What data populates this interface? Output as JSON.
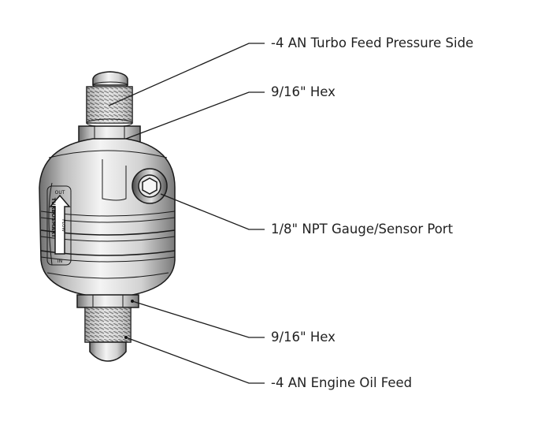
{
  "callouts": {
    "turbo_feed": "-4 AN Turbo Feed Pressure Side",
    "top_hex": "9/16\" Hex",
    "gauge_port": "1/8\" NPT Gauge/Sensor Port",
    "bottom_hex": "9/16\" Hex",
    "engine_feed": "-4 AN Engine Oil Feed"
  },
  "body_label": {
    "brand": "TURBOSMART",
    "flow": "FLOW",
    "out": "OUT",
    "in": "IN"
  }
}
